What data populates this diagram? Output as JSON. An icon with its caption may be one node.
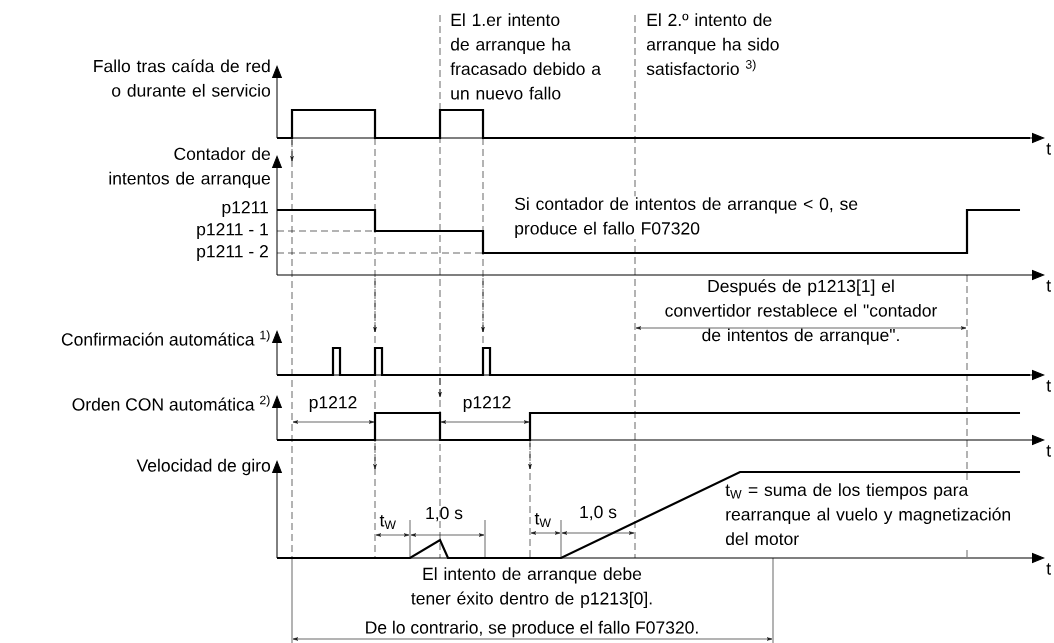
{
  "diagram": {
    "labels": [
      "El 1.er intento de arranque ha fracasado debido a un nuevo fallo",
      "El 2.º intento de arranque ha sido satisfactorio $^{3)}$",
      "Fallo tras caída de red o durante el servicio",
      "Contador de intentos de arranque",
      "p1211",
      "p1211 - 1",
      "p1211 - 2",
      "Si contador de intentos de arranque < 0, se produce el fallo F07320",
      "Después de p1213[1] el convertidor restablece el \"contador de intentos de arranque\".",
      "Confirmación automática $^{1)}$",
      "Orden CON automática $^{2)}$",
      "p1212",
      "p1212",
      "Velocidad de giro",
      "t$_{W}$",
      "1,0 s",
      "t$_{W}$",
      "1,0 s",
      "t$_{W}$ = suma de los tiempos para rearranque al vuelo y magnetización del motor",
      "El intento de arranque debe tener éxito dentro de p1213[0].",
      "De lo contrario, se produce el fallo F07320.",
      "t",
      "t",
      "t",
      "t",
      "t"
    ]
  }
}
